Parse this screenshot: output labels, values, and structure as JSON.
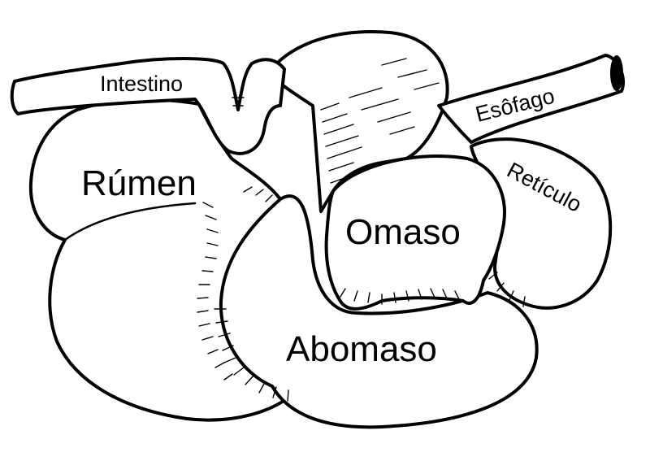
{
  "labels": {
    "rumen": "Rúmen",
    "omaso": "Omaso",
    "abomaso": "Abomaso",
    "reticulo": "Retículo",
    "esofago": "Esôfago",
    "intestino": "Intestino"
  },
  "colors": {
    "ink": "#000000",
    "paper": "#ffffff"
  }
}
